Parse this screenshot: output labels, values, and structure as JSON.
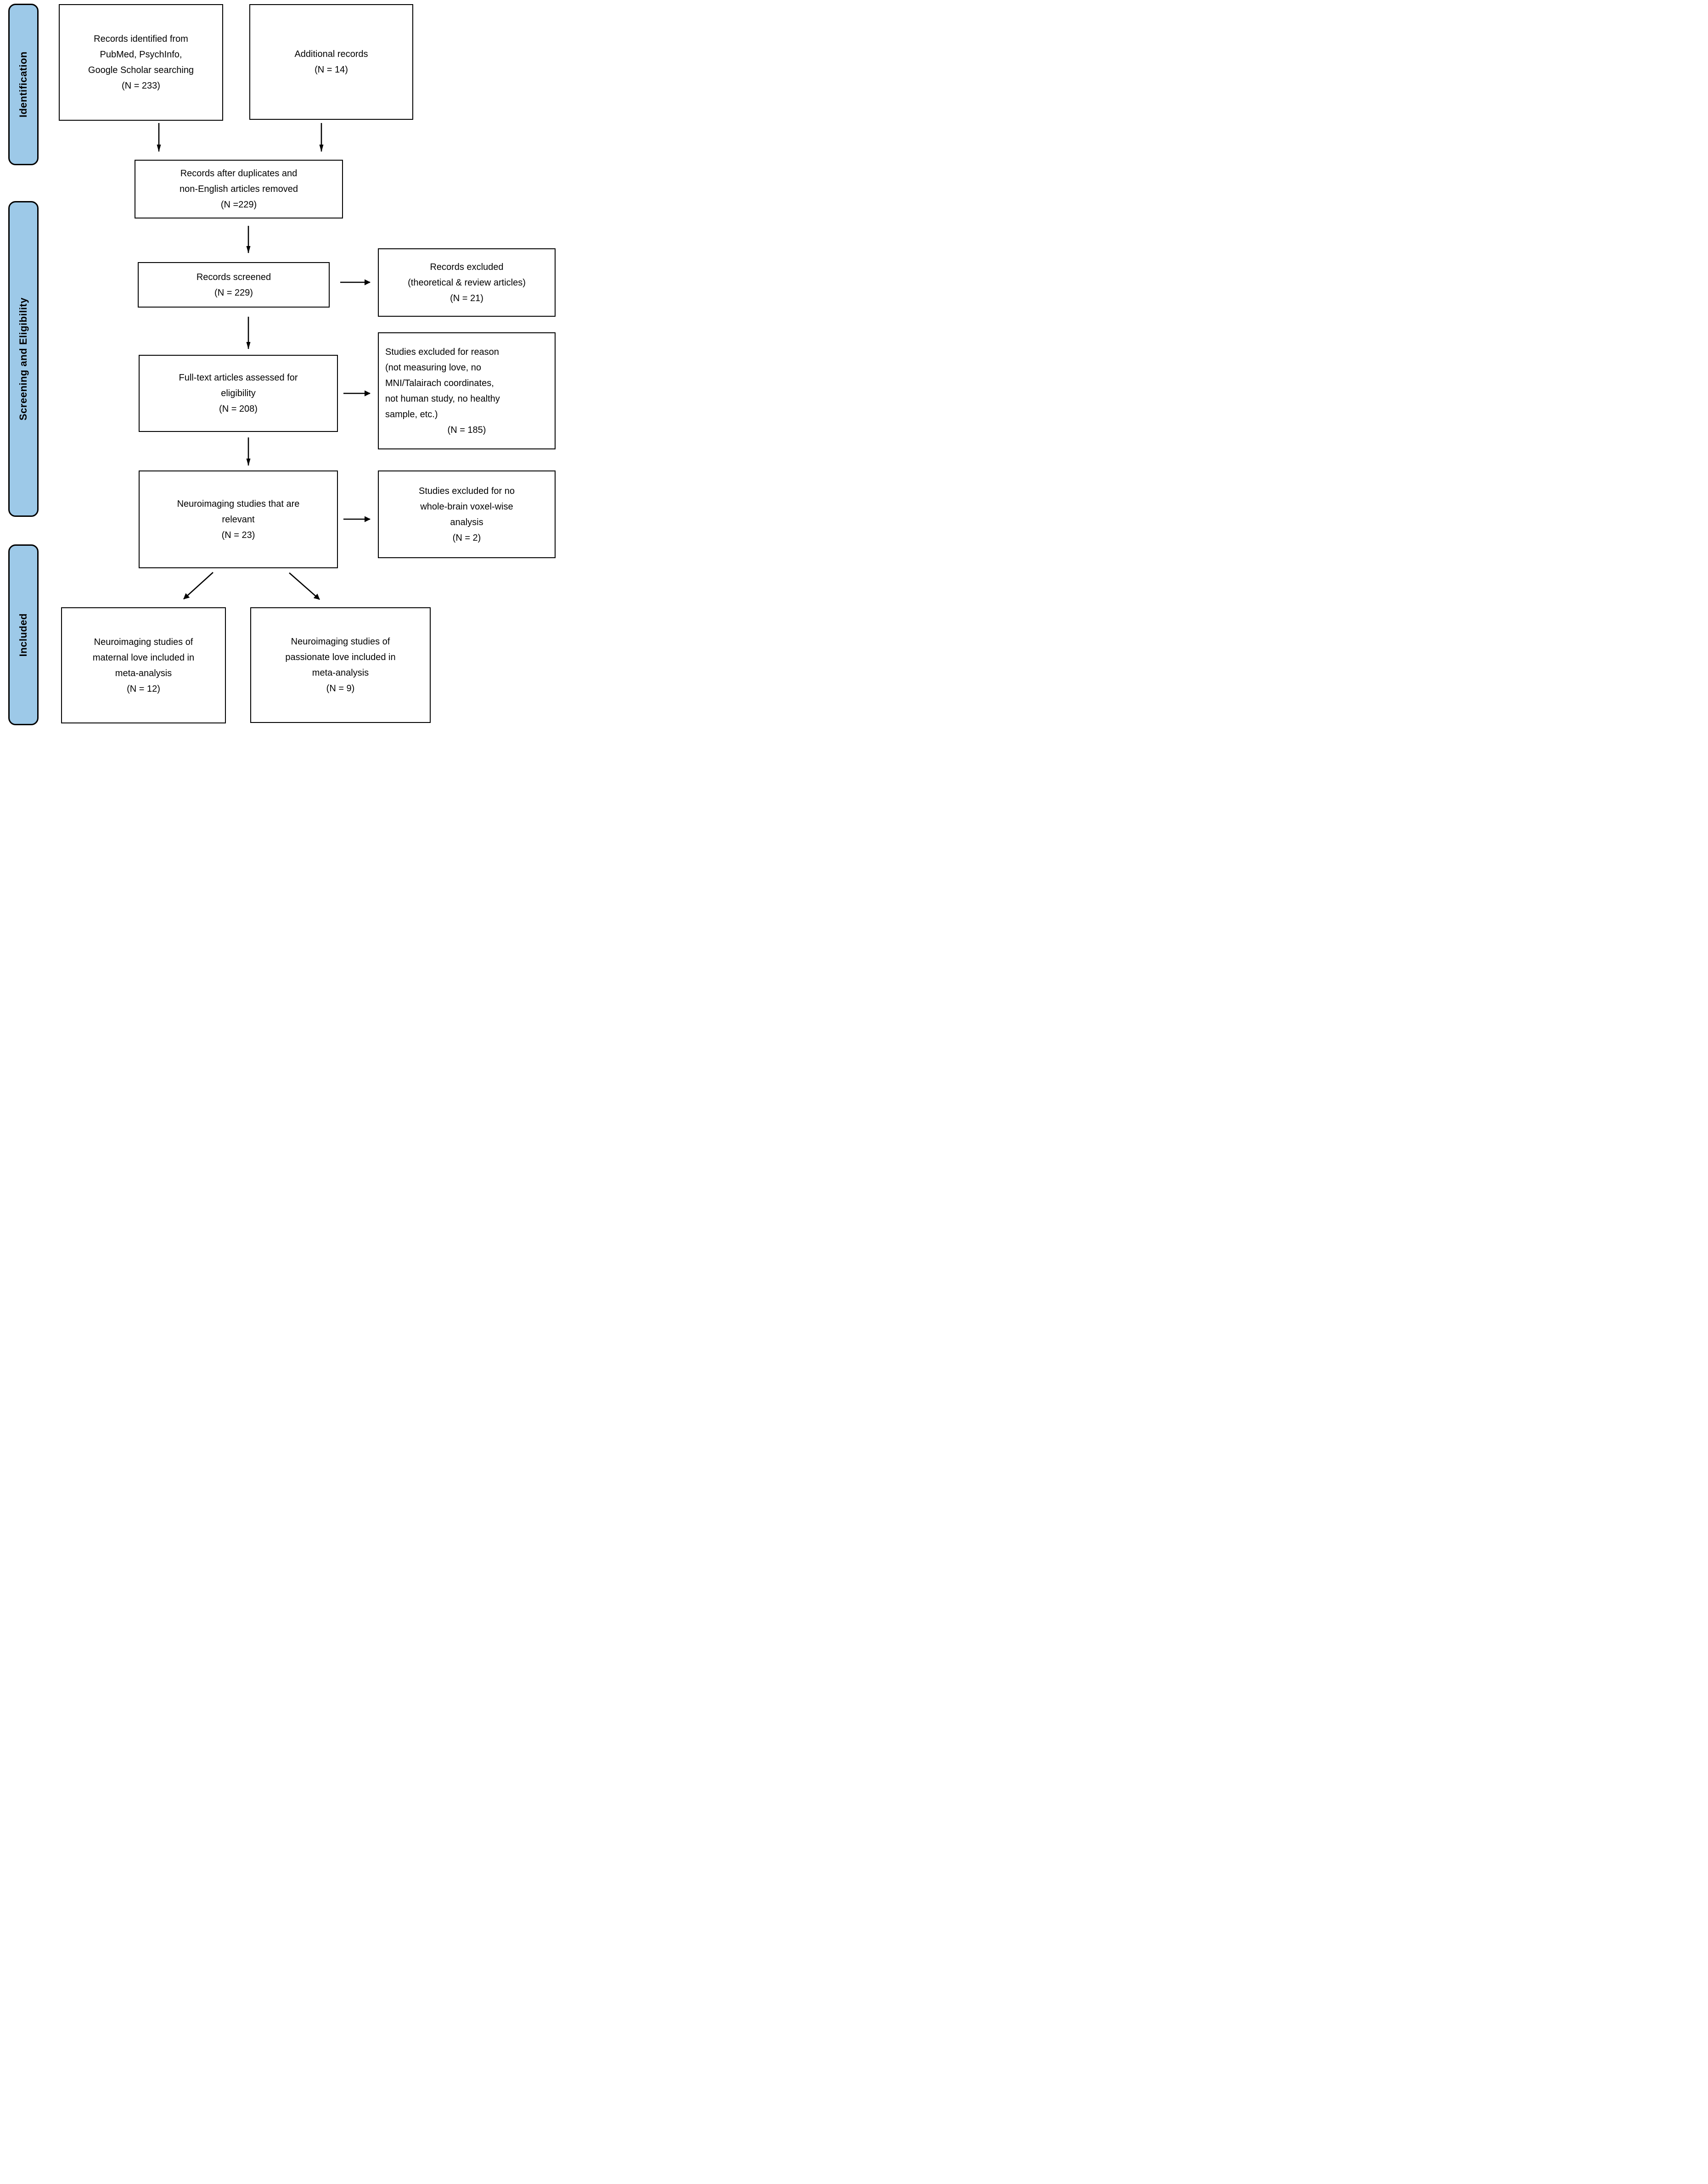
{
  "sidebar": {
    "fill_color": "#9DC9E8",
    "border_color": "#000000",
    "stages": [
      {
        "label": "Identification"
      },
      {
        "label": "Screening and Eligibility"
      },
      {
        "label": "Included"
      }
    ]
  },
  "boxes": {
    "identified": {
      "text": "Records identified from\nPubMed, PsychInfo,\nGoogle Scholar searching\n(N = 233)",
      "count": 233
    },
    "additional": {
      "text": "Additional records\n(N = 14)",
      "count": 14
    },
    "deduplicated": {
      "text": "Records after duplicates and\nnon-English articles removed\n(N =229)",
      "count": 229
    },
    "screened": {
      "text": "Records screened\n(N = 229)",
      "count": 229
    },
    "records_excluded": {
      "text": "Records excluded\n(theoretical & review articles)\n(N = 21)",
      "count": 21
    },
    "fulltext_assessed": {
      "text": "Full-text articles assessed for\neligibility\n(N = 208)",
      "count": 208
    },
    "excluded_for_reason": {
      "body": "Studies excluded for reason\n(not measuring love, no\nMNI/Talairach coordinates,\nnot human study, no healthy\nsample, etc.)",
      "count_line": "(N = 185)",
      "count": 185
    },
    "relevant": {
      "text": "Neuroimaging studies that are\nrelevant\n(N = 23)",
      "count": 23
    },
    "excluded_no_wholebrain": {
      "text": "Studies excluded for no\nwhole-brain voxel-wise\nanalysis\n(N = 2)",
      "count": 2
    },
    "maternal": {
      "text": "Neuroimaging studies of\nmaternal love included in\nmeta-analysis\n(N = 12)",
      "count": 12
    },
    "passionate": {
      "text": "Neuroimaging studies of\npassionate love included in\nmeta-analysis\n(N = 9)",
      "count": 9
    }
  }
}
